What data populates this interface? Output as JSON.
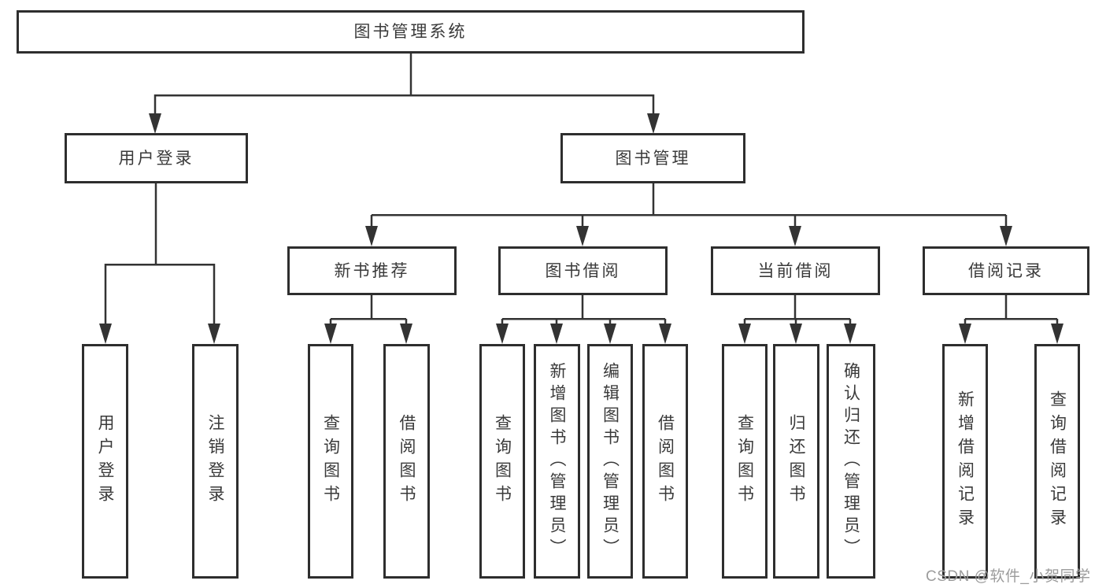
{
  "tree": {
    "label": "图书管理系统",
    "children": [
      {
        "label": "用户登录",
        "children": [
          {
            "label": "用户登录"
          },
          {
            "label": "注销登录"
          }
        ]
      },
      {
        "label": "图书管理",
        "children": [
          {
            "label": "新书推荐",
            "children": [
              {
                "label": "查询图书"
              },
              {
                "label": "借阅图书"
              }
            ]
          },
          {
            "label": "图书借阅",
            "children": [
              {
                "label": "查询图书"
              },
              {
                "label": "新增图书（管理员）"
              },
              {
                "label": "编辑图书（管理员）"
              },
              {
                "label": "借阅图书"
              }
            ]
          },
          {
            "label": "当前借阅",
            "children": [
              {
                "label": "查询图书"
              },
              {
                "label": "归还图书"
              },
              {
                "label": "确认归还（管理员）"
              }
            ]
          },
          {
            "label": "借阅记录",
            "children": [
              {
                "label": "新增借阅记录"
              },
              {
                "label": "查询借阅记录"
              }
            ]
          }
        ]
      }
    ]
  },
  "watermark": "CSDN @软件_小贺同学",
  "colors": {
    "line": "#333333",
    "box_border": "#2e2e2e",
    "text": "#3a3a3a",
    "background": "#ffffff",
    "watermark": "#9c9c9c"
  }
}
